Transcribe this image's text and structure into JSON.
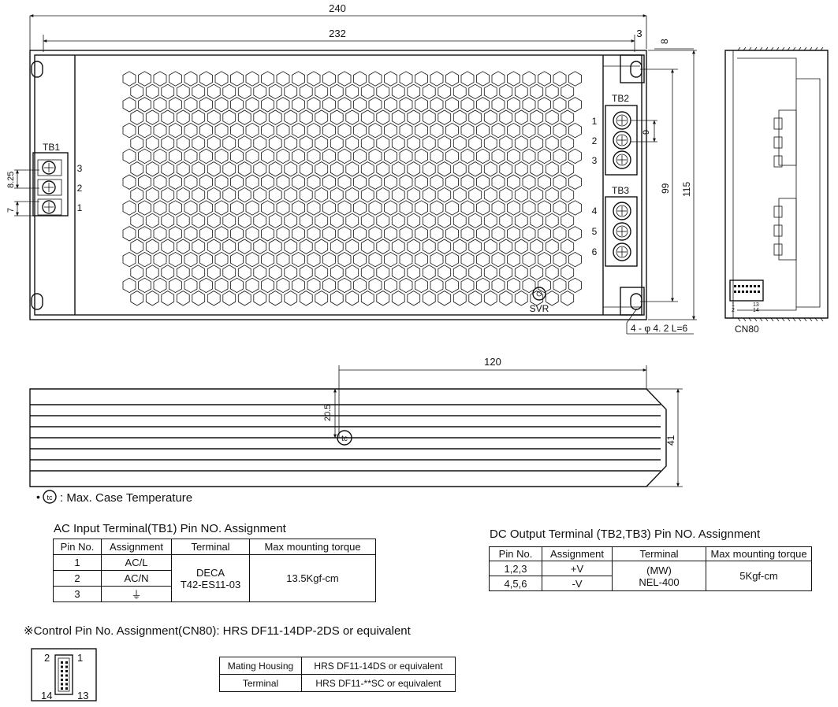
{
  "top_view": {
    "dim_overall": "240",
    "dim_inner": "232",
    "dim_offset": "3",
    "dim_edge": "8",
    "dim_height_overall": "115",
    "dim_hole_pitch": "99",
    "dim_tb1_pitch": "8.25",
    "dim_tb1_width": "7",
    "dim_tb2_pitch": "9",
    "tb1_label": "TB1",
    "tb1_pins": [
      "3",
      "2",
      "1"
    ],
    "tb2_label": "TB2",
    "tb2_pins": [
      "1",
      "2",
      "3"
    ],
    "tb3_label": "TB3",
    "tb3_pins": [
      "4",
      "5",
      "6"
    ],
    "svr_label": "SVR",
    "mount_note": "4 - φ 4. 2 L=6"
  },
  "side_view": {
    "connector_label": "CN80",
    "pin_1": "1",
    "pin_13": "13",
    "pin_2": "2",
    "pin_14": "14"
  },
  "front_view": {
    "dim_tc_pos": "120",
    "dim_tc_height": "20.5",
    "dim_height": "41",
    "tc_symbol": "tc"
  },
  "legend": {
    "bullet": "•",
    "symbol": "tc",
    "text": ": Max. Case Temperature"
  },
  "ac_table": {
    "title": "AC Input Terminal(TB1) Pin NO. Assignment",
    "headers": [
      "Pin No.",
      "Assignment",
      "Terminal",
      "Max mounting torque"
    ],
    "rows": [
      {
        "pin": "1",
        "assignment": "AC/L"
      },
      {
        "pin": "2",
        "assignment": "AC/N"
      },
      {
        "pin": "3",
        "assignment": "⏚"
      }
    ],
    "terminal_line1": "DECA",
    "terminal_line2": "T42-ES11-03",
    "torque": "13.5Kgf-cm"
  },
  "dc_table": {
    "title": "DC Output Terminal (TB2,TB3) Pin NO. Assignment",
    "headers": [
      "Pin No.",
      "Assignment",
      "Terminal",
      "Max mounting torque"
    ],
    "rows": [
      {
        "pin": "1,2,3",
        "assignment": "+V"
      },
      {
        "pin": "4,5,6",
        "assignment": "-V"
      }
    ],
    "terminal_line1": "(MW)",
    "terminal_line2": "NEL-400",
    "torque": "5Kgf-cm"
  },
  "control": {
    "title": "※Control Pin No. Assignment(CN80): HRS DF11-14DP-2DS or equivalent",
    "pin_2": "2",
    "pin_1": "1",
    "pin_14": "14",
    "pin_13": "13",
    "rows": [
      {
        "label": "Mating Housing",
        "value": "HRS DF11-14DS or equivalent"
      },
      {
        "label": "Terminal",
        "value": "HRS DF11-**SC or equivalent"
      }
    ]
  }
}
